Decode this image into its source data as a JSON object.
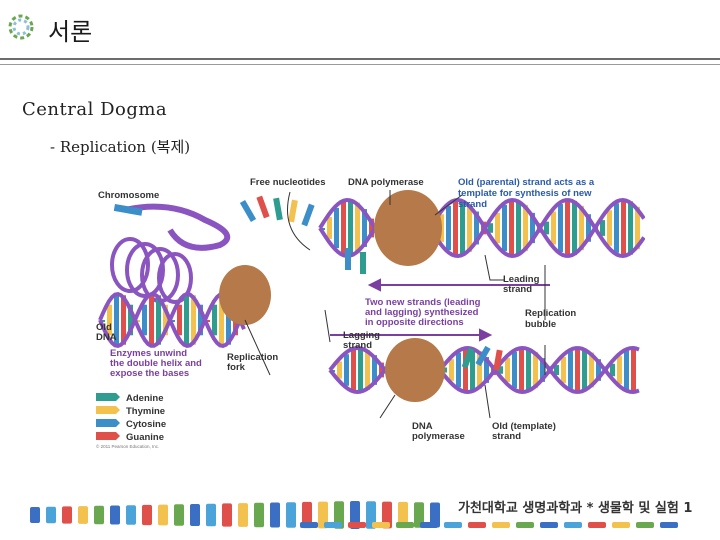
{
  "slide": {
    "title": "서론",
    "heading": "Central Dogma",
    "subheading": "- Replication (복제)",
    "footer": "가천대학교 생명과학과 * 생물학 및 실험 1"
  },
  "figure": {
    "labels": {
      "chromosome": "Chromosome",
      "free_nucleotides": "Free nucleotides",
      "dna_polymerase_top": "DNA polymerase",
      "old_parental_1": "Old (parental) strand acts as a",
      "old_parental_2": "template for synthesis of new",
      "old_parental_3": "strand",
      "leading_1": "Leading",
      "leading_2": "strand",
      "two_new_1": "Two new strands (leading",
      "two_new_2": "and lagging) synthesized",
      "two_new_3": "in opposite directions",
      "replication_bubble_1": "Replication",
      "replication_bubble_2": "bubble",
      "lagging_1": "Lagging",
      "lagging_2": "strand",
      "old_dna_1": "Old",
      "old_dna_2": "DNA",
      "enzymes_1": "Enzymes unwind",
      "enzymes_2": "the double helix and",
      "enzymes_3": "expose the bases",
      "replication_fork_1": "Replication",
      "replication_fork_2": "fork",
      "dna_polymerase_bottom_1": "DNA",
      "dna_polymerase_bottom_2": "polymerase",
      "old_template_1": "Old (template)",
      "old_template_2": "strand",
      "copyright": "© 2011 Pearson Education, Inc."
    },
    "legend": [
      {
        "name": "Adenine",
        "color": "#2e9c8e"
      },
      {
        "name": "Thymine",
        "color": "#f2c14e"
      },
      {
        "name": "Cytosine",
        "color": "#3b8ec8"
      },
      {
        "name": "Guanine",
        "color": "#e0504a"
      }
    ],
    "colors": {
      "label_blue": "#2a5ba8",
      "label_purple": "#7a3fa0",
      "backbone": "#8a55c0",
      "enzyme": "#b5794a"
    }
  }
}
